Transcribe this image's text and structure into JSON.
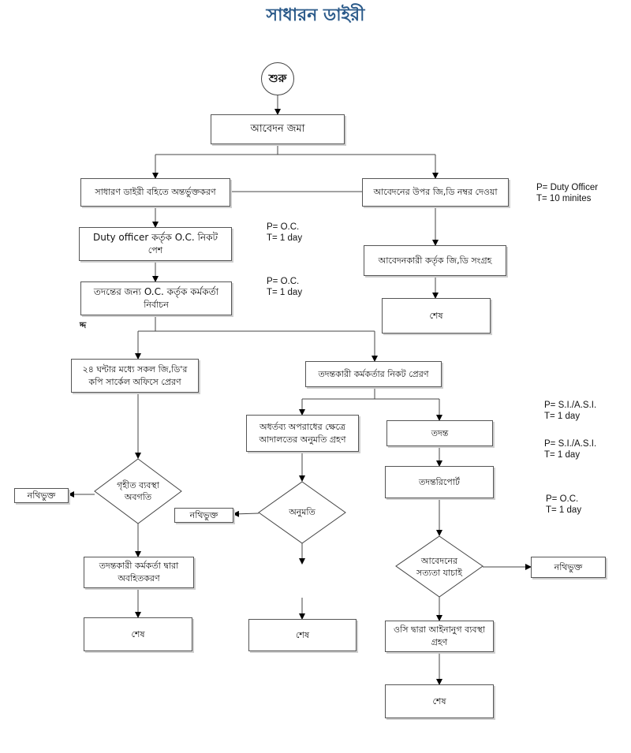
{
  "title": "সাধারন ডাইরী",
  "start_label": "শুরু",
  "stray_mark": "দ্দ",
  "nodes": {
    "submit": "আবেদন জমা",
    "register": "সাধারণ ডাইরী বহিতে অন্তর্ভুক্তকরণ",
    "gd_number": "আবেদনের উপর জি,ডি নম্বর দেওয়া",
    "duty_to_oc_1": "Duty officer কর্তৃক O.C. নিকট",
    "duty_to_oc_2": "পেশ",
    "collect": "আবেদনকারী কর্তৃক জি,ডি সংগ্রহ",
    "select_1": "তদন্তের জন্য O.C. কর্তৃক কর্মকর্তা",
    "select_2": "নির্বাচন",
    "end_right": "শেষ",
    "circle_1": "২৪ ঘন্টার মধ্যে সকল জি,ডি'র",
    "circle_2": "কপি সার্কেল অফিসে প্রেরণ",
    "send_io": "তদন্তকারী কর্মকর্তার নিকট প্রেরণ",
    "court_1": "অধর্তব্য অপরাধের ক্ষেত্রে",
    "court_2": "আদালতের অনুমতি গ্রহণ",
    "investigation": "তদন্ত",
    "report": "তদন্তরিপোর্ট",
    "action_1": "গৃহীত ব্যবস্থা",
    "action_2": "অবগতি",
    "permission": "অনুমতি",
    "verify_1": "আবেদনের",
    "verify_2": "সত্যতা যাচাই",
    "filed_left": "নথিভুক্ত",
    "filed_mid": "নথিভুক্ত",
    "filed_right": "নথিভুক্ত",
    "inform_1": "তদন্তকারী কর্মকর্তা দ্বারা",
    "inform_2": "অবহিতকরণ",
    "legal_1": "ওসি দ্বারা আইনানুগ ব্যবস্থা",
    "legal_2": "গ্রহণ",
    "end_left": "শেষ",
    "end_mid": "শেষ",
    "end_bottom": "শেষ"
  },
  "notes": {
    "n1_p": "P= Duty Officer",
    "n1_t": "T= 10 minites",
    "n2_p": "P= O.C.",
    "n2_t": "T= 1 day",
    "n3_p": "P= O.C.",
    "n3_t": "T= 1 day",
    "n4_p": "P= S.I./A.S.I.",
    "n4_t": "T= 1 day",
    "n5_p": "P= S.I./A.S.I.",
    "n5_t": "T= 1 day",
    "n6_p": "P= O.C.",
    "n6_t": "T= 1 day"
  }
}
